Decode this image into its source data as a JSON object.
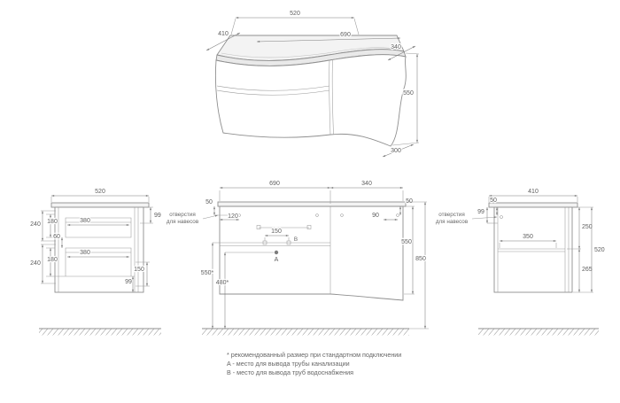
{
  "views": {
    "perspective": {
      "dims": {
        "top_width": "520",
        "left_depth": "410",
        "front_width": "690",
        "right_depth": "340",
        "height": "550",
        "bottom_depth": "300"
      }
    },
    "left_side": {
      "dims": {
        "depth": "520",
        "top_right": "99",
        "upper_outer": "240",
        "upper_inner": "180",
        "upper_drawer": "380",
        "drawer_gap": "60",
        "lower_drawer": "380",
        "lower_inner": "180",
        "lower_outer": "240",
        "right_lower": "150",
        "bottom_right": "99"
      }
    },
    "front": {
      "dims": {
        "left_width": "690",
        "right_width": "340",
        "hole_top_left": "50",
        "hole_top_right": "50",
        "hole_left": "120",
        "hole_right": "90",
        "outlet_spacing": "150",
        "height": "550",
        "total_height": "850",
        "water_height": "550*",
        "drain_height": "480*"
      },
      "labels": {
        "drain": "A",
        "water": "B"
      },
      "holes_note": {
        "line1": "отверстия",
        "line2": "для навесов"
      }
    },
    "right_side": {
      "dims": {
        "depth": "410",
        "top_left": "99",
        "hole_top": "50",
        "shelf_depth": "350",
        "upper_section": "250",
        "lower_section": "265",
        "height": "520"
      },
      "holes_note": {
        "line1": "отверстия",
        "line2": "для навесов"
      }
    }
  },
  "footnotes": {
    "size_note": "* рекомендованный размер при стандартном подключении",
    "a_note": "A - место для вывода трубы канализации",
    "b_note": "B - место для вывода труб водоснабжения"
  }
}
